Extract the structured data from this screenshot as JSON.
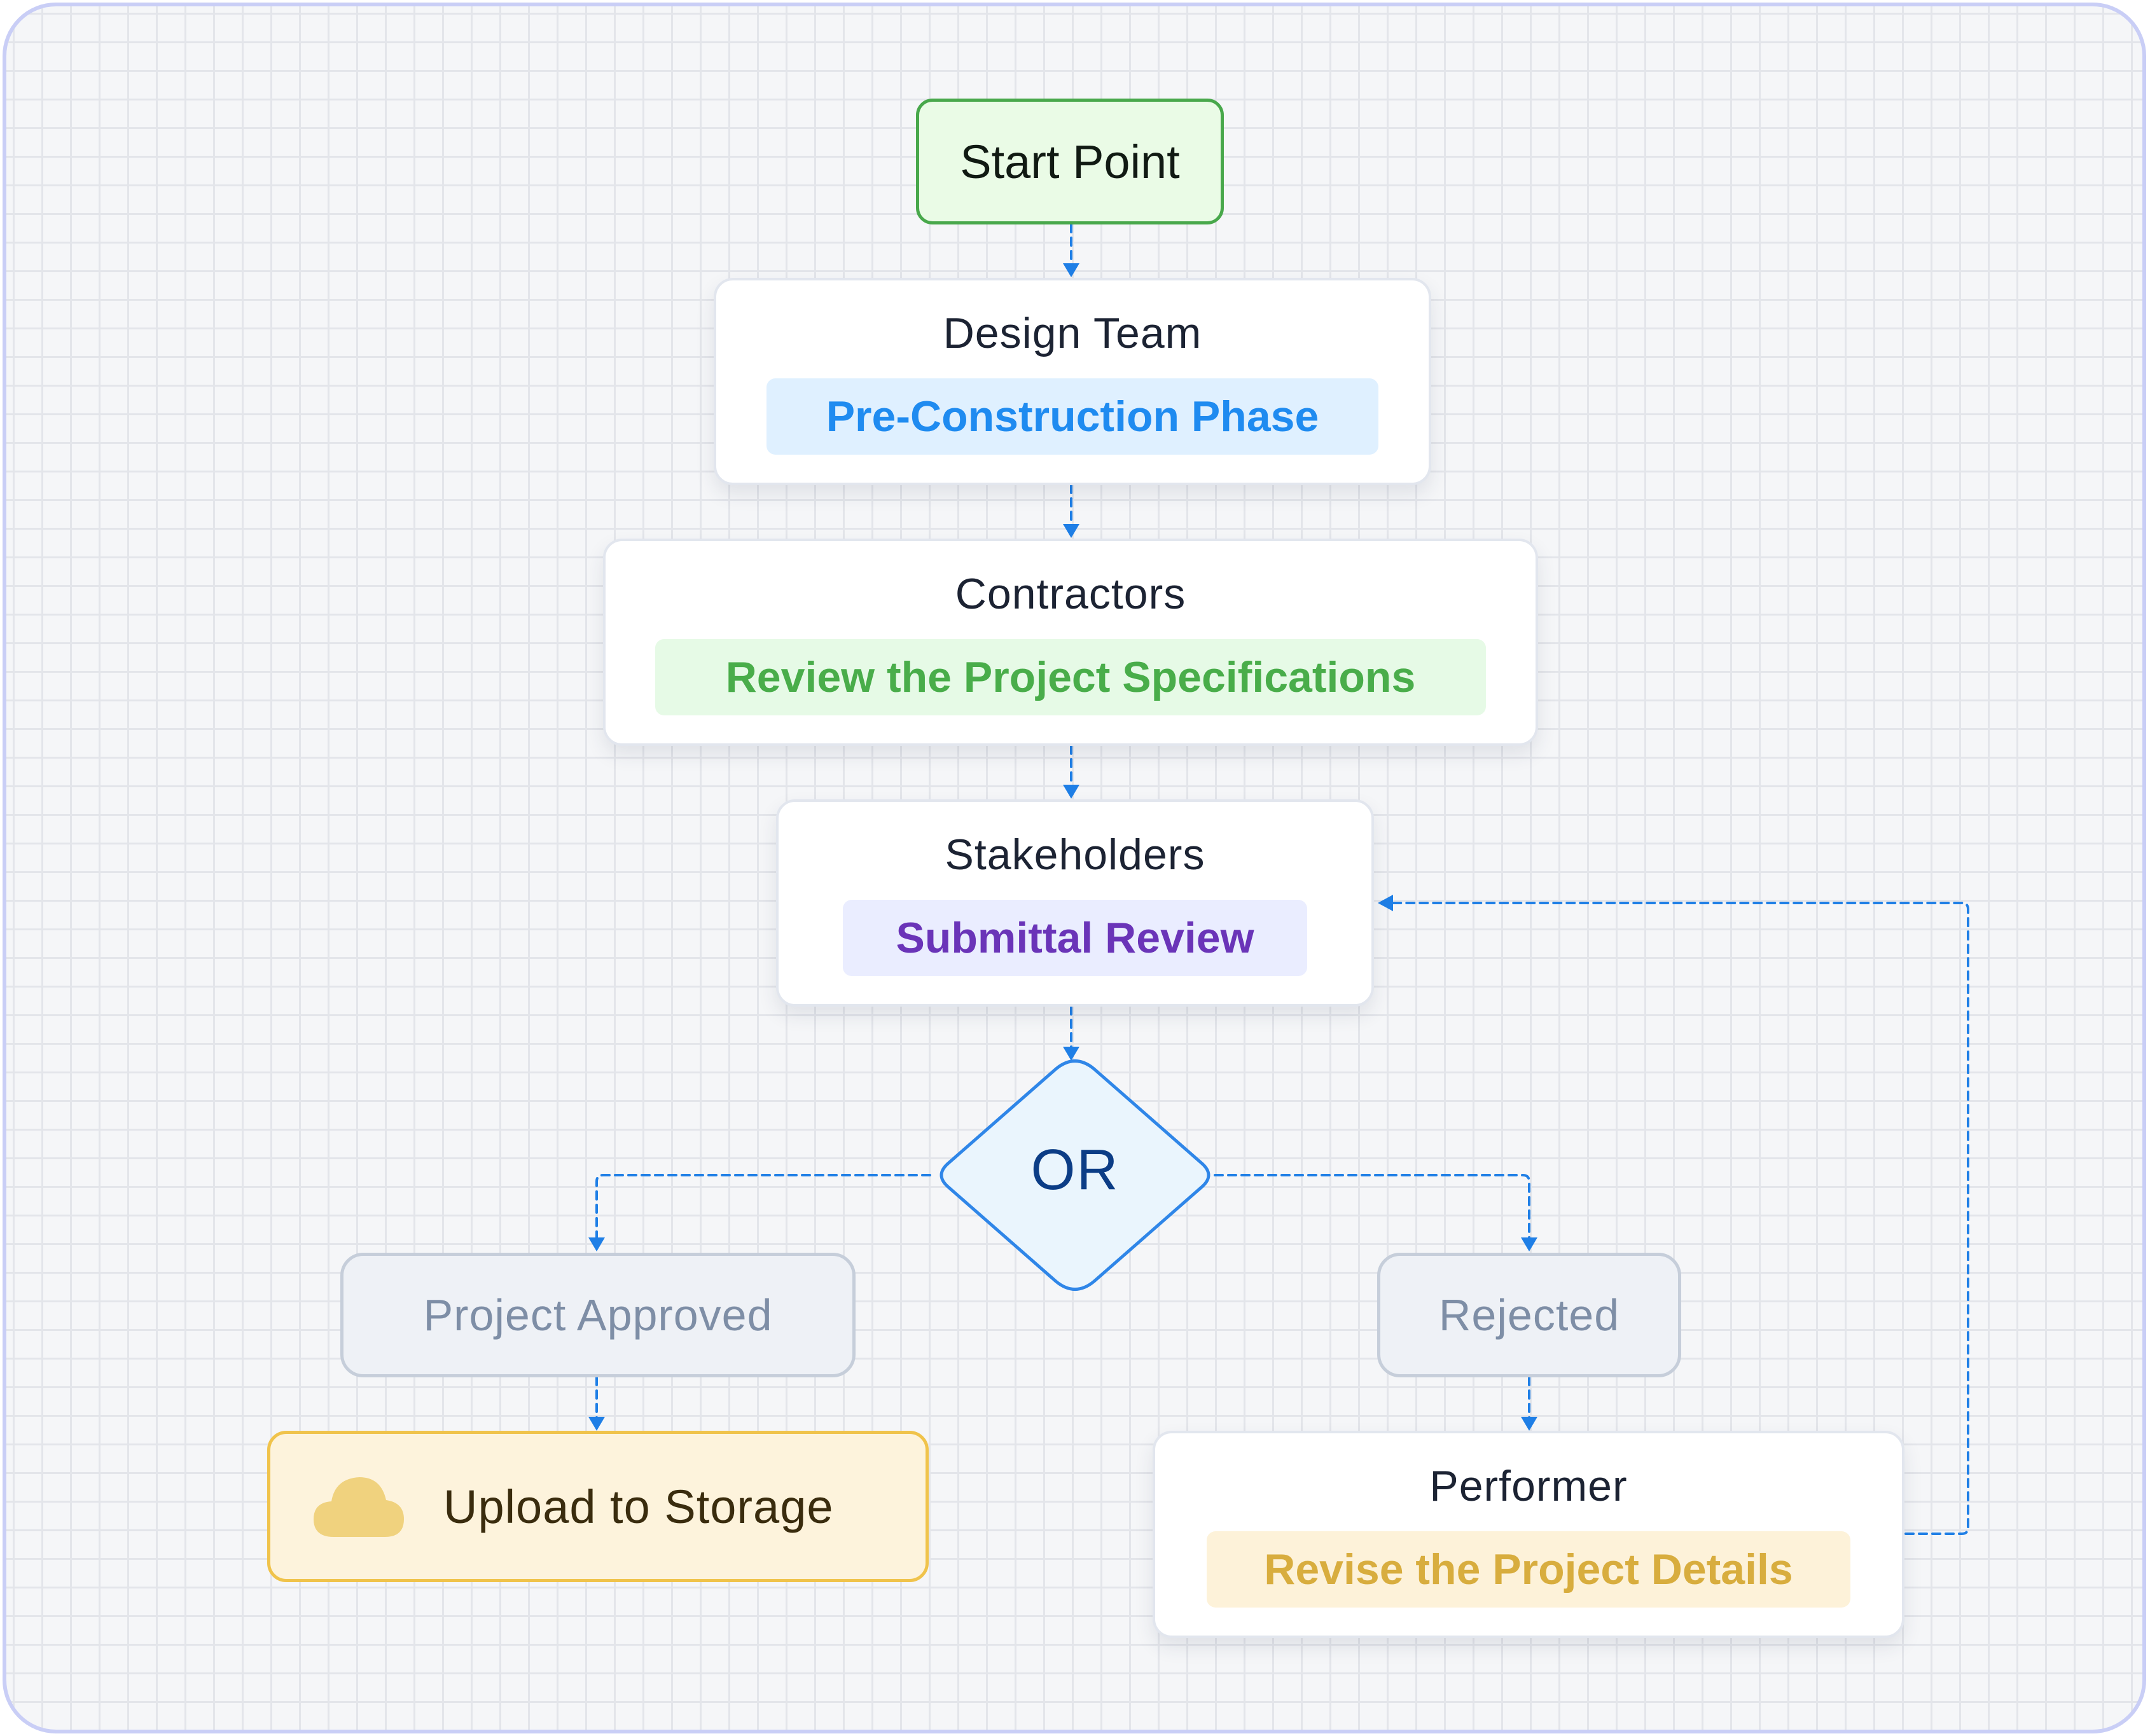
{
  "colors": {
    "connector": "#1f7fe6",
    "decision_fill": "#eaf5fd",
    "decision_stroke": "#2f86e8",
    "cloud": "#f0d27e"
  },
  "nodes": {
    "start": "Start Point",
    "design": {
      "title": "Design Team",
      "tag": "Pre-Construction Phase"
    },
    "contractors": {
      "title": "Contractors",
      "tag": "Review the Project Specifications"
    },
    "stakeholders": {
      "title": "Stakeholders",
      "tag": "Submittal Review"
    },
    "decision": "OR",
    "approved": "Project Approved",
    "rejected": "Rejected",
    "upload": {
      "icon": "cloud-icon",
      "label": "Upload to Storage"
    },
    "performer": {
      "title": "Performer",
      "tag": "Revise the Project Details"
    }
  }
}
